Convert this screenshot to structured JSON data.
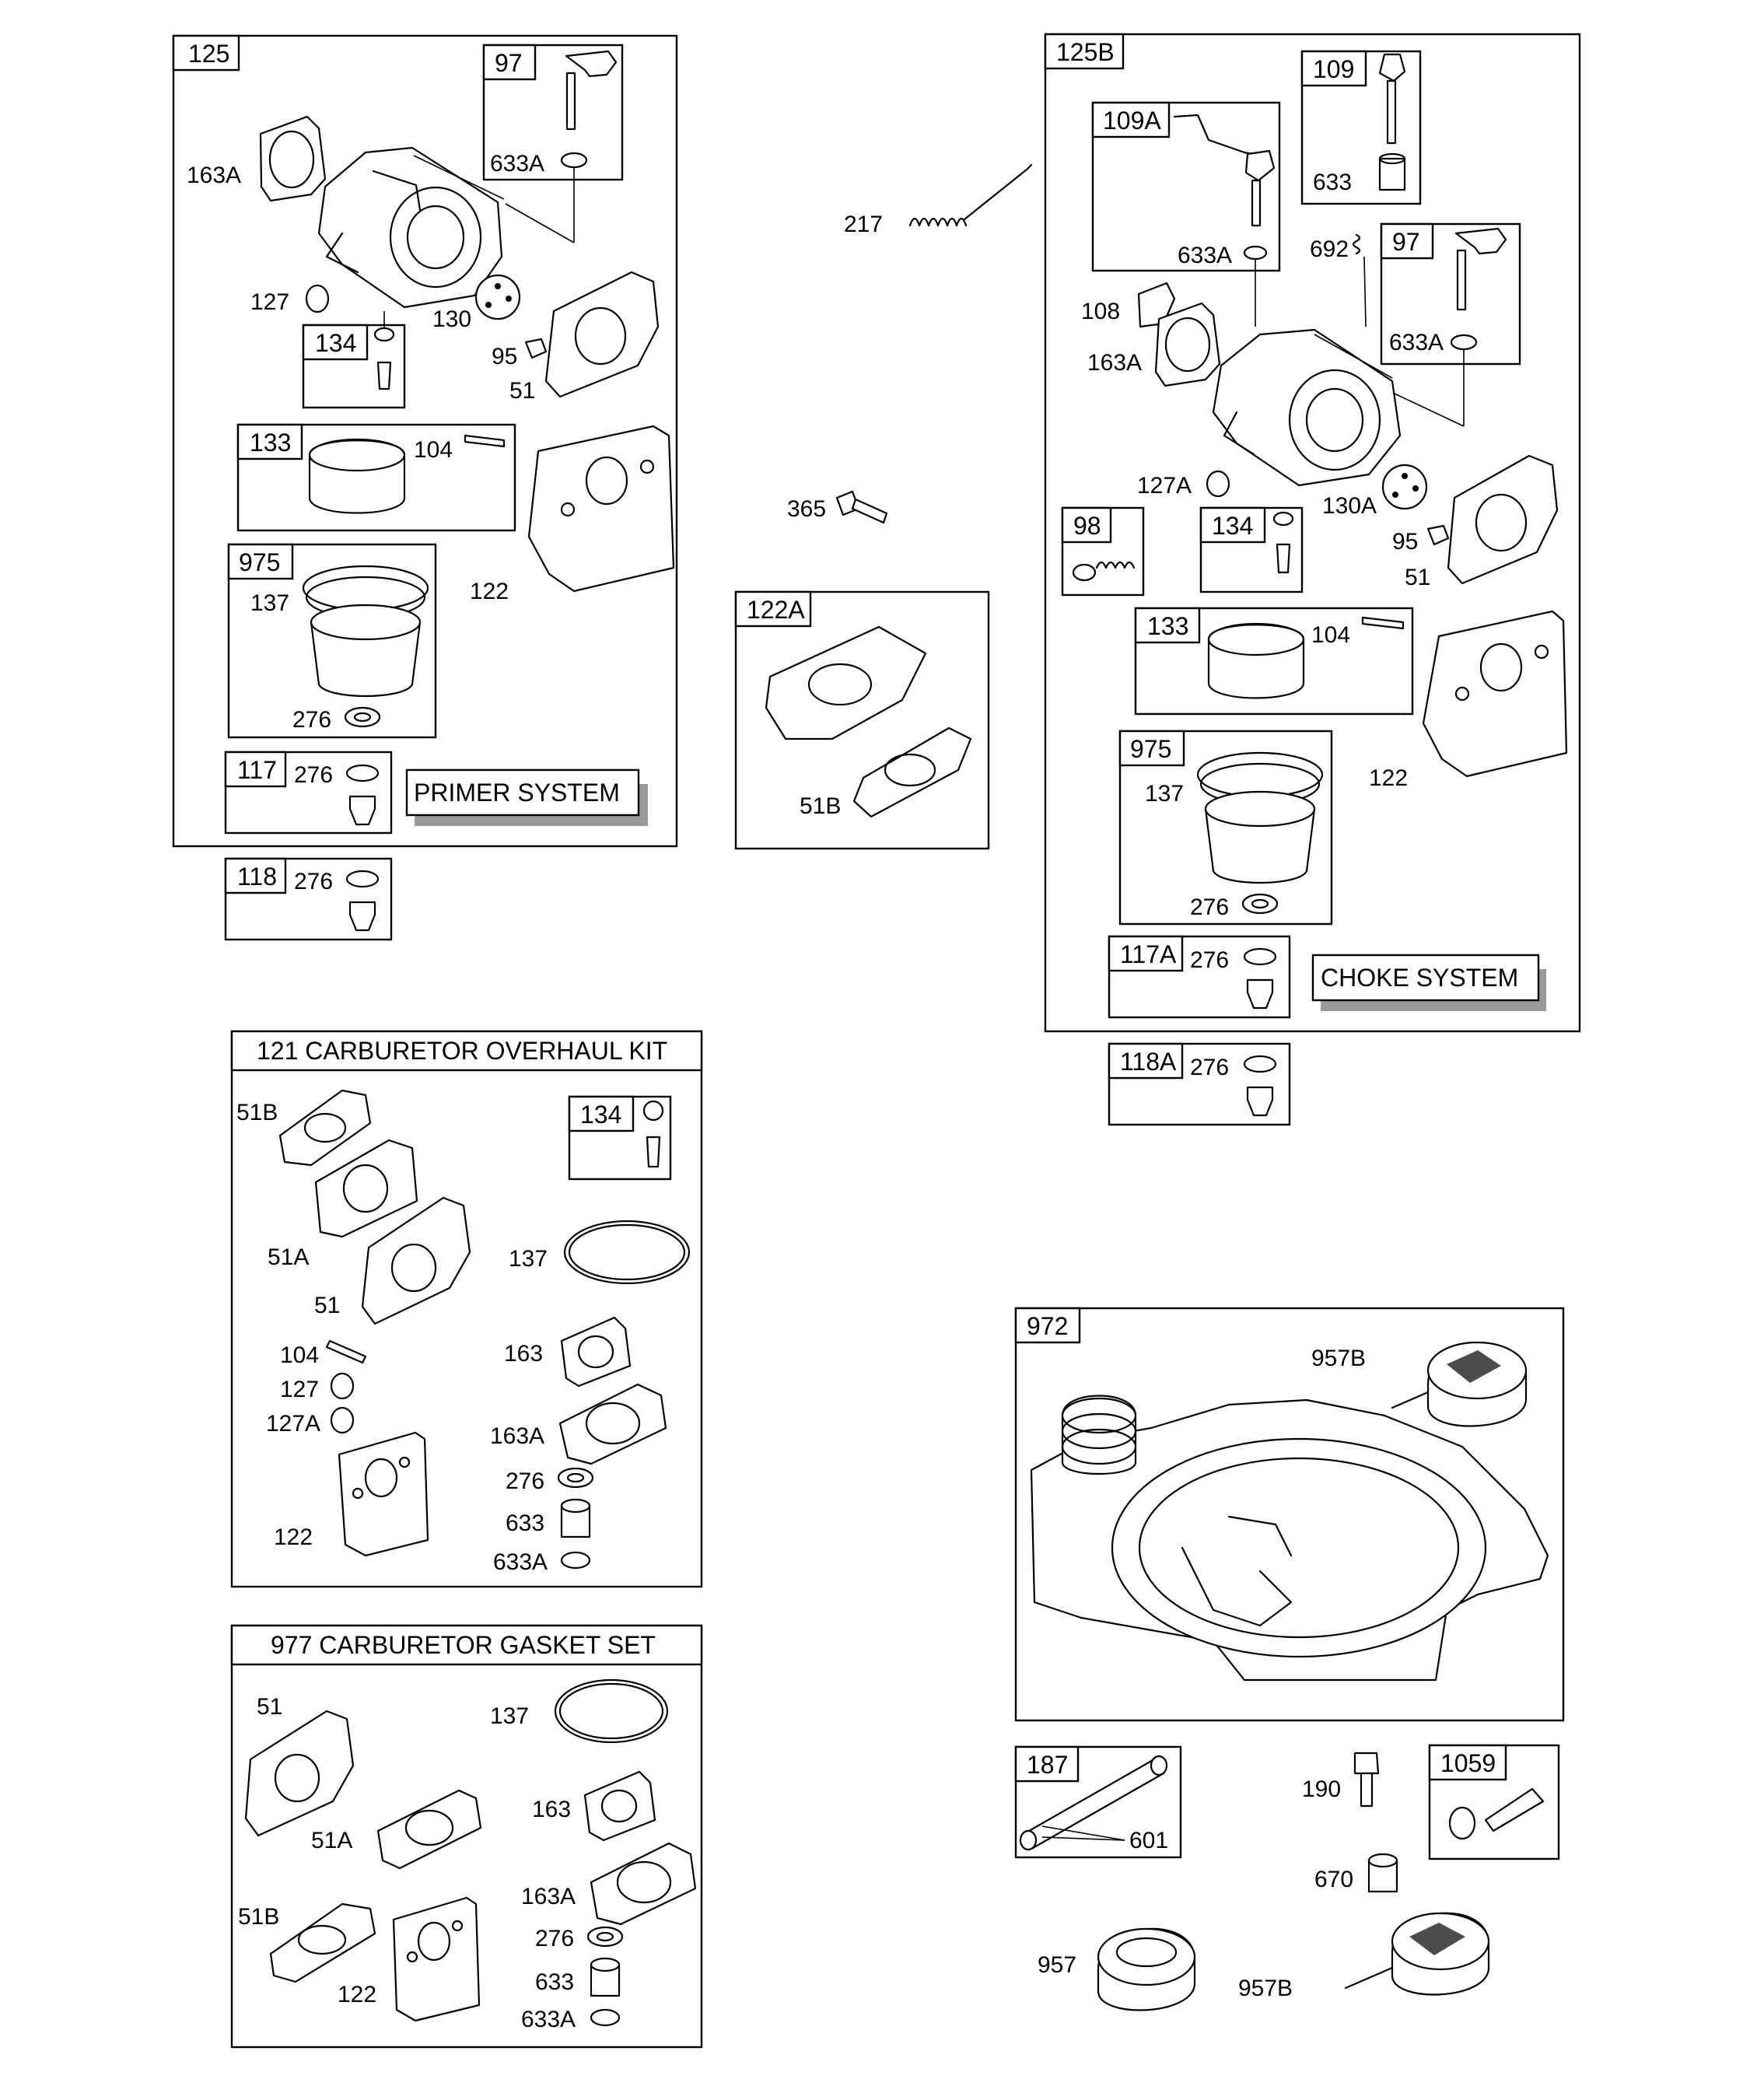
{
  "primer_group": {
    "box_label": "125",
    "parts": [
      "97",
      "633A",
      "163A",
      "127",
      "130",
      "134",
      "95",
      "51",
      "133",
      "104",
      "122",
      "975",
      "137",
      "276",
      "117",
      "276"
    ],
    "callout": "PRIMER SYSTEM",
    "separate_kit": {
      "box_label": "118",
      "part": "276"
    }
  },
  "middle_parts": {
    "spring": "217",
    "screw": "365",
    "adapter_kit": {
      "box_label": "122A",
      "part": "51B"
    }
  },
  "choke_group": {
    "box_label": "125B",
    "parts": [
      "109",
      "633",
      "109A",
      "633A",
      "692",
      "97",
      "633A",
      "108",
      "163A",
      "127A",
      "130A",
      "95",
      "51",
      "98",
      "134",
      "133",
      "104",
      "122",
      "975",
      "137",
      "276",
      "117A",
      "276"
    ],
    "callout": "CHOKE SYSTEM",
    "separate_kit": {
      "box_label": "118A",
      "part": "276"
    }
  },
  "overhaul_kit": {
    "title": "121 CARBURETOR OVERHAUL KIT",
    "sub_box": "134",
    "parts": [
      "51B",
      "51A",
      "51",
      "104",
      "127",
      "127A",
      "122",
      "137",
      "163",
      "163A",
      "276",
      "633",
      "633A"
    ]
  },
  "gasket_set": {
    "title": "977 CARBURETOR GASKET SET",
    "parts": [
      "51",
      "51A",
      "51B",
      "122",
      "137",
      "163",
      "163A",
      "276",
      "633",
      "633A"
    ]
  },
  "fuel_tank": {
    "box_label": "972",
    "cap_label": "957B"
  },
  "fuel_line": {
    "box_label": "187",
    "part": "601"
  },
  "hardware": {
    "bolt": "190",
    "spacer": "670",
    "kit_box": "1059",
    "cap": "957",
    "cap_b": "957B"
  }
}
